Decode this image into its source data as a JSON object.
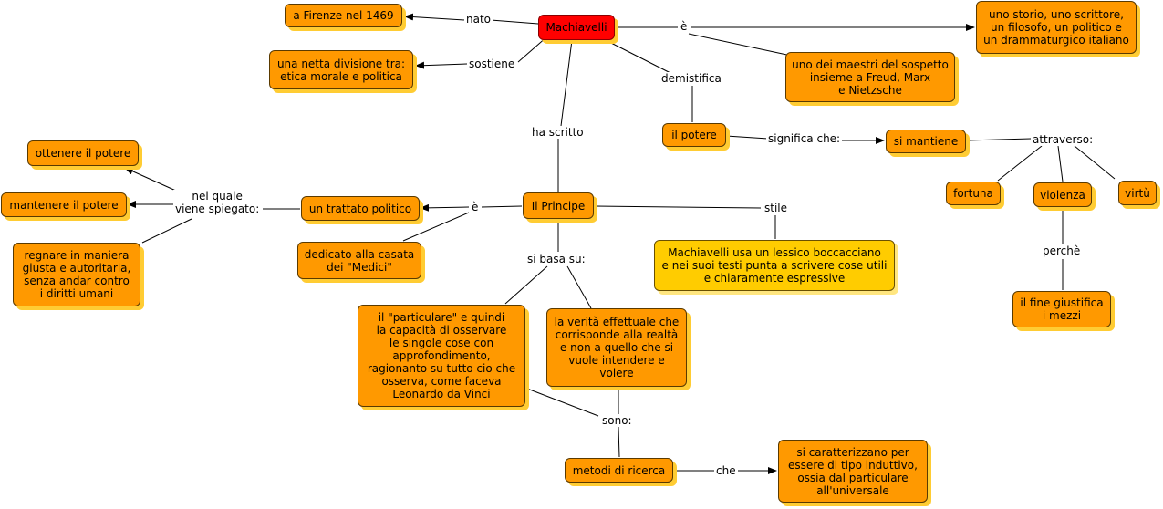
{
  "nodes": {
    "machiavelli": "Machiavelli",
    "firenze": "a Firenze nel 1469",
    "divisione": "una netta divisione tra:\netica morale e politica",
    "storico": "uno storio, uno scrittore,\nun filosofo, un politico e\nun drammaturgico italiano",
    "maestri": "uno dei maestri del sospetto\ninsieme a Freud, Marx\ne Nietzsche",
    "potere": "il potere",
    "mantiene": "si mantiene",
    "fortuna": "fortuna",
    "violenza": "violenza",
    "virtu": "virtù",
    "fine": "il fine giustifica\ni mezzi",
    "principe": "Il Principe",
    "trattato": "un trattato politico",
    "medici": "dedicato alla casata\ndei \"Medici\"",
    "ottenere": "ottenere il potere",
    "mantenere": "mantenere il potere",
    "regnare": "regnare in maniera\ngiusta e autoritaria,\nsenza andar contro\ni diritti umani",
    "lessico": "Machiavelli usa un lessico boccacciano\ne nei suoi testi punta a scrivere cose utili\ne chiaramente espressive",
    "particulare": "il \"particulare\" e quindi\nla capacità di osservare\nle singole cose con\napprofondimento,\nragionanto su tutto cio che\nosserva, come faceva\nLeonardo da Vinci",
    "verita": "la verità effettuale che\ncorrisponde alla realtà\ne non a quello che si\nvuole intendere e\nvolere",
    "metodi": "metodi di ricerca",
    "induttivo": "si caratterizzano per\nessere di tipo induttivo,\nossia dal particulare\nall'universale"
  },
  "labels": {
    "nato": "nato",
    "e_top": "è",
    "sostiene": "sostiene",
    "demistifica": "demistifica",
    "ha_scritto": "ha scritto",
    "significa": "significa che:",
    "attraverso": "attraverso:",
    "perche": "perchè",
    "e_principe": "è",
    "nel_quale": "nel quale\nviene spiegato:",
    "stile": "stile",
    "si_basa": "si basa su:",
    "sono": "sono:",
    "che": "che"
  },
  "colors": {
    "node_fill": "#ff9900",
    "root_fill": "#ff0000",
    "highlight_fill": "#ffcc00",
    "shadow": "#ffcc33"
  }
}
